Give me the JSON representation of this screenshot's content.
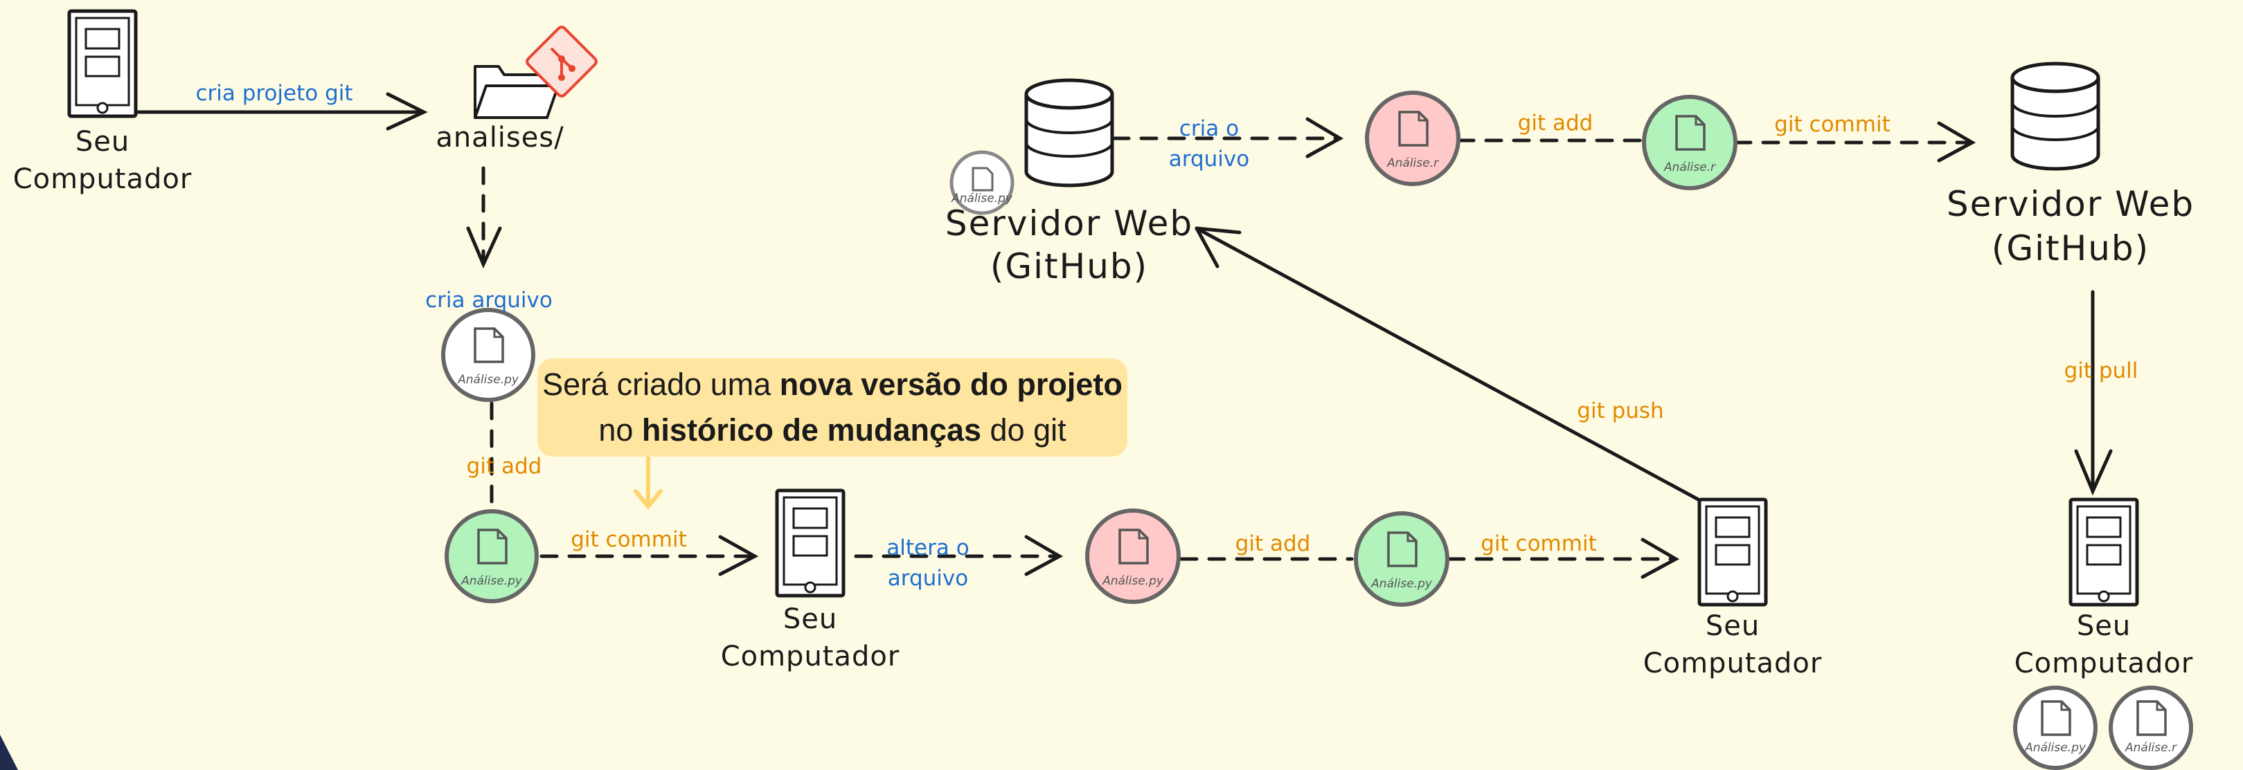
{
  "nodes": {
    "computer_1": {
      "line1": "Seu",
      "line2": "Computador"
    },
    "folder": {
      "label": "analises/"
    },
    "computer_2": {
      "line1": "Seu",
      "line2": "Computador"
    },
    "computer_3": {
      "line1": "Seu",
      "line2": "Computador"
    },
    "computer_4": {
      "line1": "Seu",
      "line2": "Computador"
    },
    "server_1": {
      "line1": "Servidor Web",
      "line2": "(GitHub)"
    },
    "server_2": {
      "line1": "Servidor Web",
      "line2": "(GitHub)"
    }
  },
  "files": {
    "created": "Análise.py",
    "added": "Análise.py",
    "modified": "Análise.py",
    "readded": "Análise.py",
    "server_small": "Análise.py",
    "web_created": "Análise.r",
    "web_added": "Análise.r",
    "pulled_py": "Análise.py",
    "pulled_r": "Análise.r"
  },
  "edges": {
    "create_repo": "cria projeto git",
    "create_file": "cria arquivo",
    "git_add_1": "git add",
    "git_commit_1": "git commit",
    "modify_file_l1": "altera o",
    "modify_file_l2": "arquivo",
    "git_add_2": "git add",
    "git_commit_2": "git commit",
    "git_push": "git push",
    "web_create_l1": "cria o",
    "web_create_l2": "arquivo",
    "git_add_3": "git add",
    "git_commit_3": "git commit",
    "git_pull": "git pull"
  },
  "callout": {
    "l1_a": "Será criado uma ",
    "l1_b": "nova versão do projeto",
    "l2_a": "no ",
    "l2_b": "histórico de mudanças",
    "l2_c": " do git"
  },
  "colors": {
    "background": "#fefbe5",
    "ink": "#1a1a1a",
    "blue_label": "#1e6fd0",
    "orange_label": "#e08a00",
    "file_untracked": "#ffffff",
    "file_staged_committed": "#b2f2bb",
    "file_modified": "#ffc9c9",
    "callout_bg": "#ffe6a0",
    "git_logo": "#e8442e"
  }
}
